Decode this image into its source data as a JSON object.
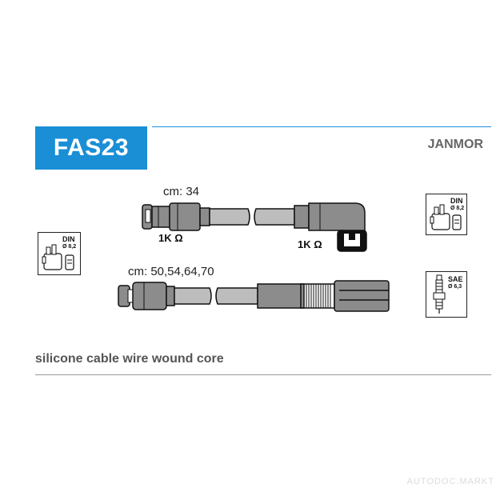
{
  "header": {
    "part_code": "FAS23",
    "brand": "JANMOR",
    "accent_color": "#1a8fd6"
  },
  "cable_top": {
    "length_label": "cm: 34",
    "left_resistance": "1K Ω",
    "right_resistance": "1K Ω"
  },
  "cable_bottom": {
    "length_label": "cm: 50,54,64,70"
  },
  "icons": {
    "left_distributor": {
      "standard": "DIN",
      "size": "Ø 8,2"
    },
    "right_distributor": {
      "standard": "DIN",
      "size": "Ø 8,2"
    },
    "right_spark_plug": {
      "standard": "SAE",
      "size": "Ø 6,3"
    }
  },
  "footer": {
    "description": "silicone cable wire wound core"
  },
  "watermark": "AUTODOC.MARKT"
}
